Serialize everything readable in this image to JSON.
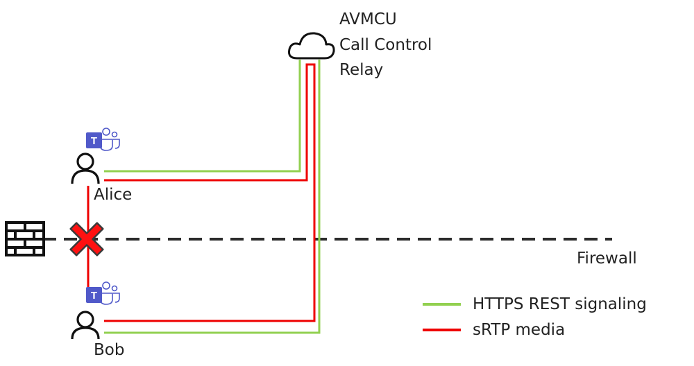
{
  "cloud": {
    "labels": [
      "AVMCU",
      "Call Control",
      "Relay"
    ],
    "icon": "cloud-icon"
  },
  "users": [
    {
      "id": "alice",
      "name": "Alice",
      "icon": "person-icon",
      "app_icon": "teams-icon",
      "app_letter": "T"
    },
    {
      "id": "bob",
      "name": "Bob",
      "icon": "person-icon",
      "app_icon": "teams-icon",
      "app_letter": "T"
    }
  ],
  "firewall": {
    "label": "Firewall",
    "icon": "brick-wall-icon",
    "blocked_icon": "x-cross-icon"
  },
  "legend": {
    "items": [
      {
        "label": "HTTPS REST signaling",
        "color": "#92d050"
      },
      {
        "label": "sRTP media",
        "color": "#ee0000"
      }
    ]
  },
  "colors": {
    "signaling": "#92d050",
    "media": "#ee0000",
    "firewall_line": "#2b2b2b",
    "teams": "#5059c9"
  }
}
